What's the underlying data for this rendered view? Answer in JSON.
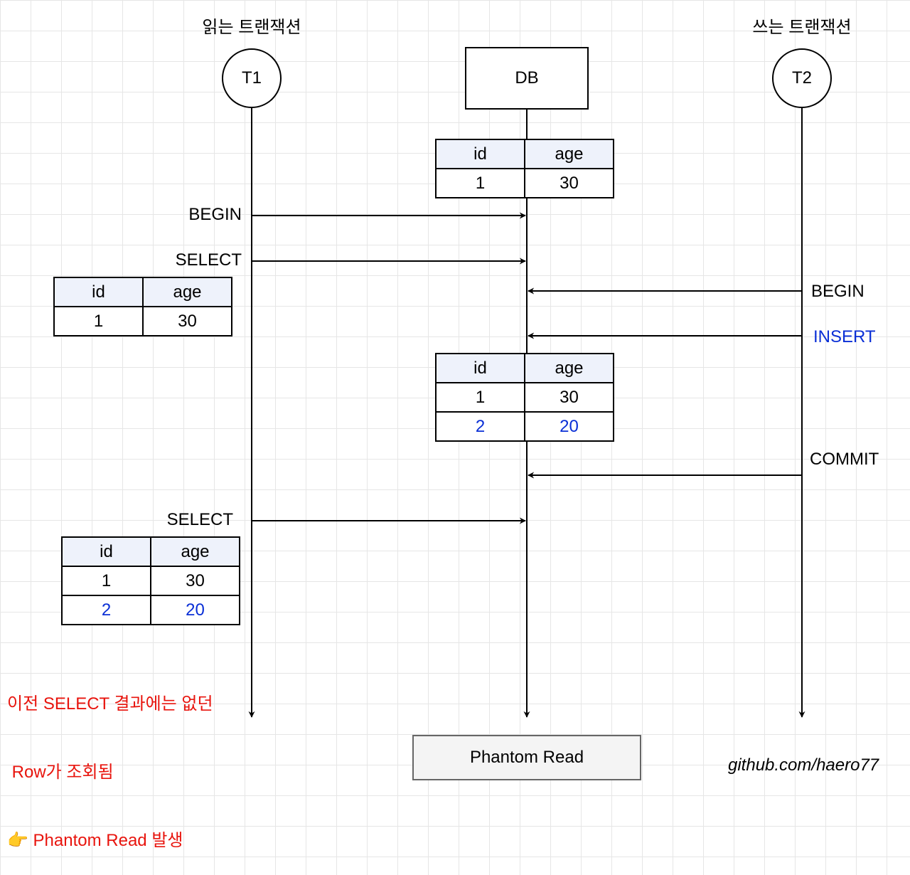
{
  "actors": {
    "t1": {
      "title": "읽는 트랜잭션",
      "label": "T1"
    },
    "db": {
      "label": "DB"
    },
    "t2": {
      "title": "쓰는 트랜잭션",
      "label": "T2"
    }
  },
  "messages": {
    "t1_begin": "BEGIN",
    "t1_select_1": "SELECT",
    "t2_begin": "BEGIN",
    "t2_insert": "INSERT",
    "t2_commit": "COMMIT",
    "t1_select_2": "SELECT"
  },
  "tables": {
    "db_initial": {
      "headers": [
        "id",
        "age"
      ],
      "rows": [
        [
          "1",
          "30"
        ]
      ]
    },
    "t1_result_1": {
      "headers": [
        "id",
        "age"
      ],
      "rows": [
        [
          "1",
          "30"
        ]
      ]
    },
    "db_after_insert": {
      "headers": [
        "id",
        "age"
      ],
      "rows": [
        [
          "1",
          "30"
        ],
        [
          "2",
          "20"
        ]
      ]
    },
    "t1_result_2": {
      "headers": [
        "id",
        "age"
      ],
      "rows": [
        [
          "1",
          "30"
        ],
        [
          "2",
          "20"
        ]
      ]
    }
  },
  "note": {
    "line1": "이전 SELECT 결과에는 없던",
    "line2": " Row가 조회됨",
    "line3": "👉 Phantom Read 발생"
  },
  "footer": {
    "box_label": "Phantom Read",
    "credit": "github.com/haero77"
  },
  "colors": {
    "highlight_blue": "#0a2fd6",
    "note_red": "#e8140d",
    "table_header_bg": "#eef2fb"
  }
}
